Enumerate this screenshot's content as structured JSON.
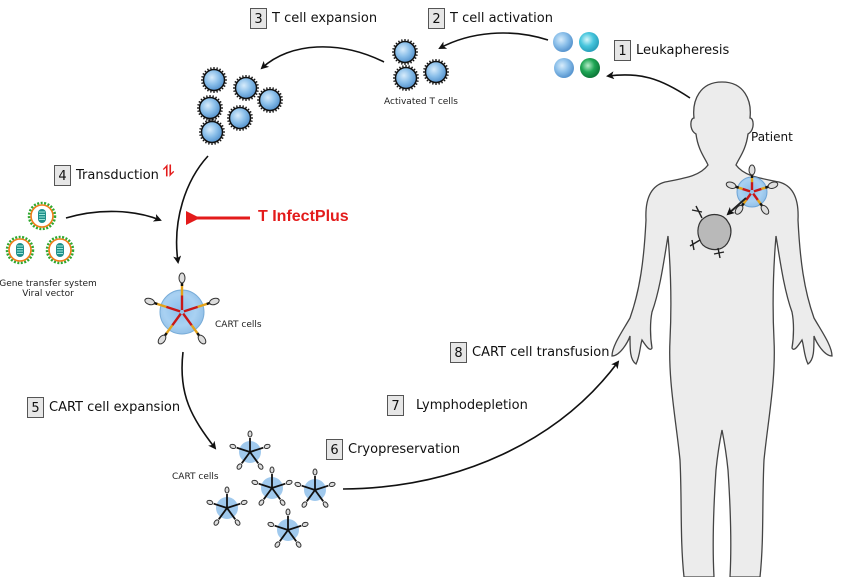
{
  "diagram": {
    "title": "CAR-T cell therapy manufacturing workflow",
    "steps": [
      {
        "number": "1",
        "label": "Leukapheresis"
      },
      {
        "number": "2",
        "label": "T cell activation"
      },
      {
        "number": "3",
        "label": "T cell expansion"
      },
      {
        "number": "4",
        "label": "Transduction"
      },
      {
        "number": "5",
        "label": "CART cell expansion"
      },
      {
        "number": "6",
        "label": "Cryopreservation"
      },
      {
        "number": "7",
        "label": "Lymphodepletion"
      },
      {
        "number": "8",
        "label": "CART cell transfusion"
      }
    ],
    "captions": {
      "activated": "Activated T cells",
      "vector_line1": "Gene transfer system",
      "vector_line2": "Viral vector",
      "cart_single": "CART cells",
      "cart_expanded": "CART cells",
      "patient": "Patient"
    },
    "highlight": {
      "label": "T InfectPlus",
      "marker": "⥮",
      "color": "#e31b1b"
    },
    "colors": {
      "cell_blue": "#7fb4e6",
      "cell_cyan": "#35c0d8",
      "cell_green": "#1aa24f",
      "vector_orange": "#f07c16",
      "vector_green": "#2fa82f",
      "vector_core": "#1f8f8a",
      "body_fill": "#ececec",
      "arrow": "#111111"
    }
  }
}
